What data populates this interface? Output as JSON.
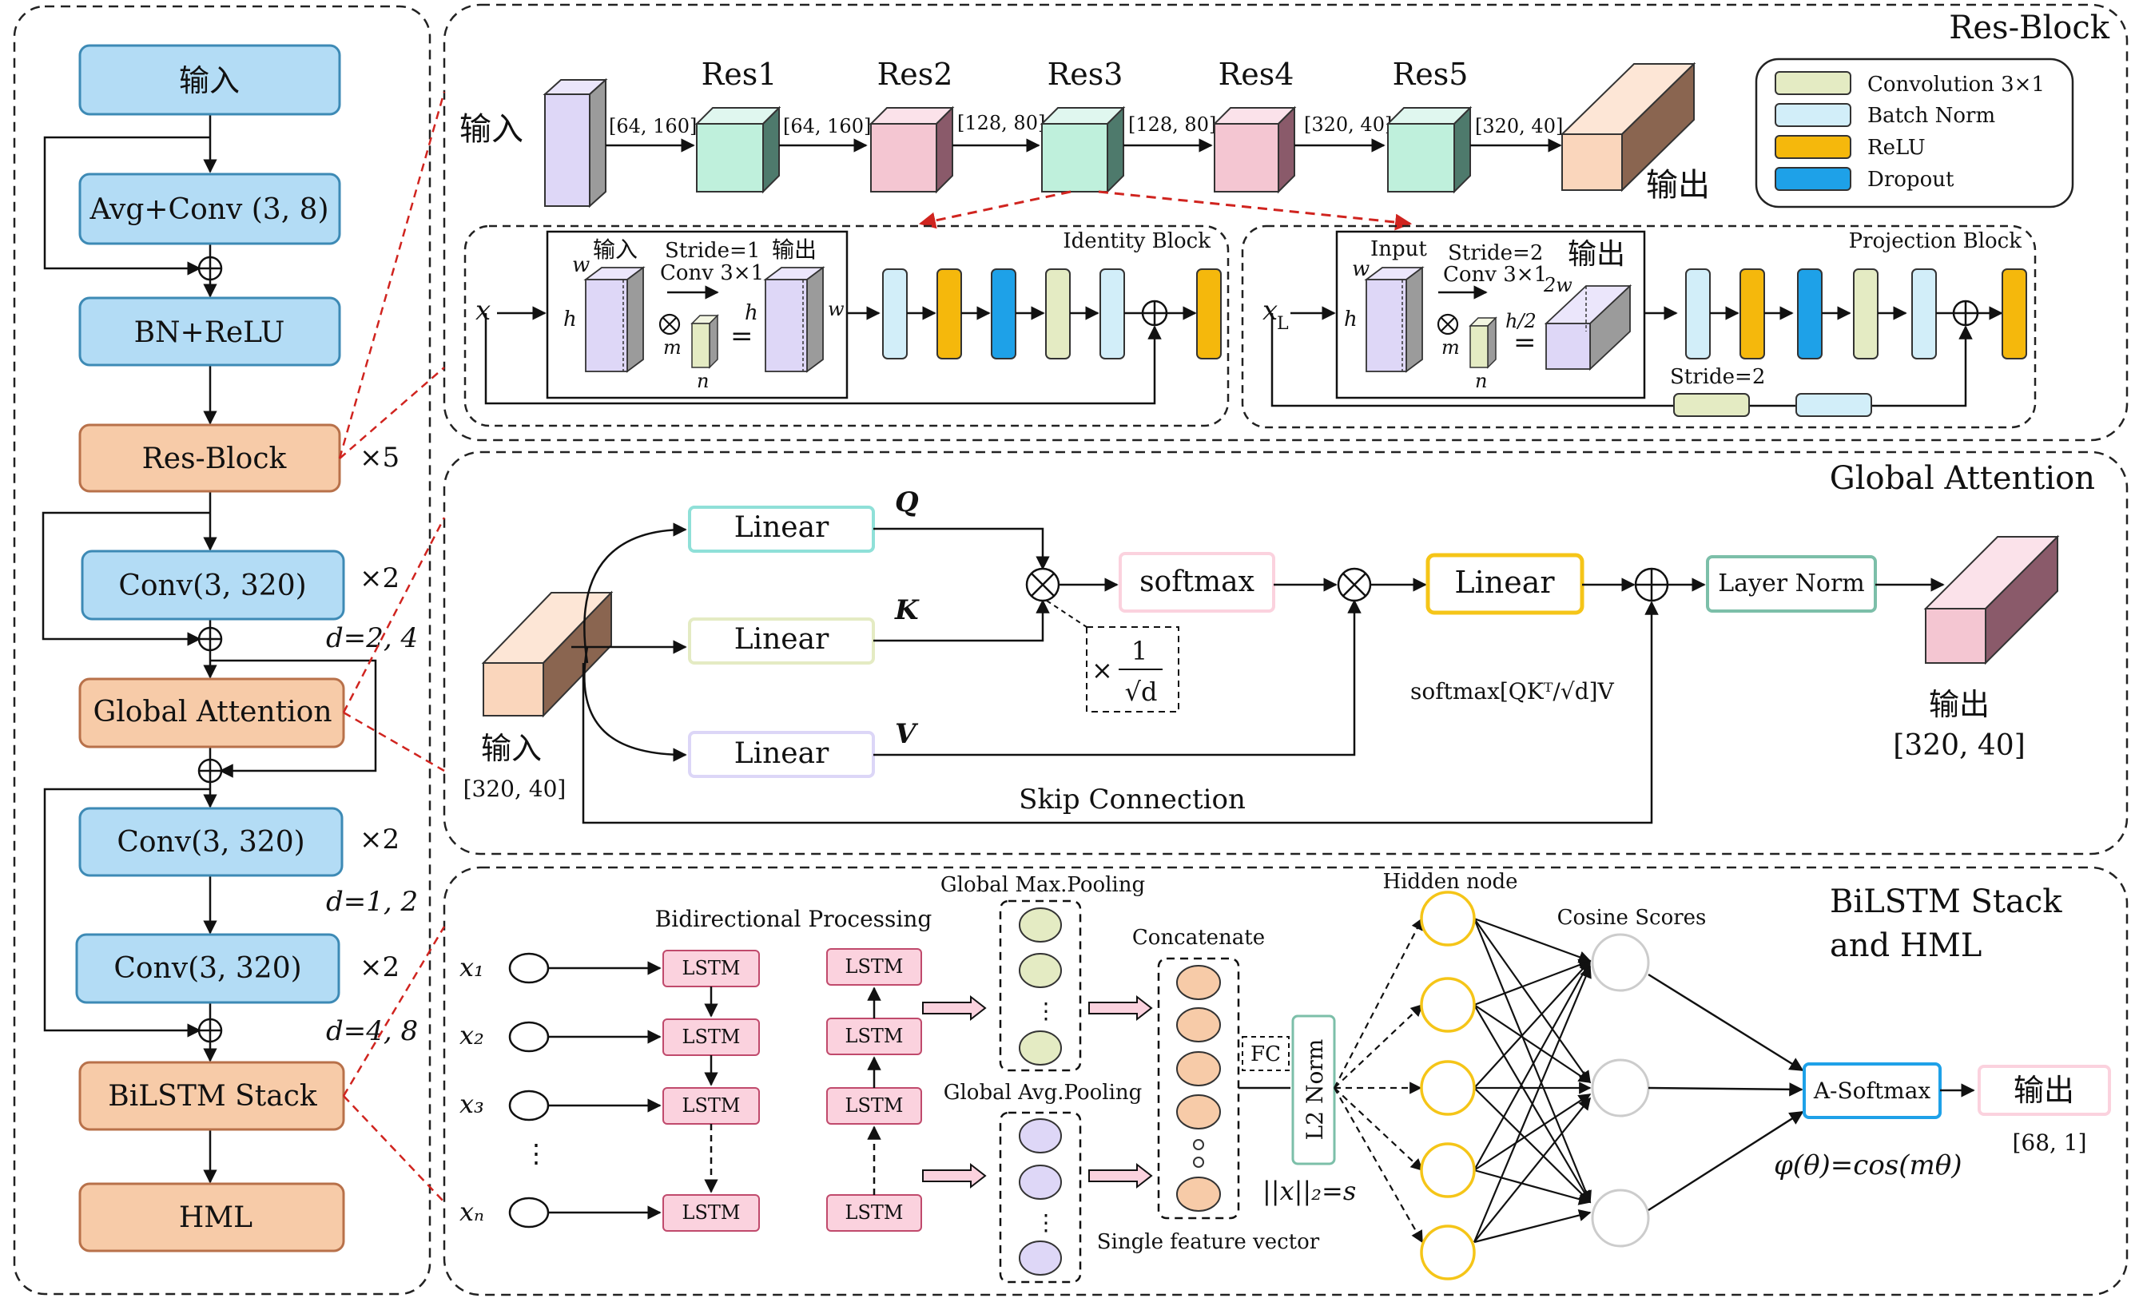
{
  "left_flow": {
    "input": "输入",
    "avgconv": "Avg+Conv (3, 8)",
    "bnrelu": "BN+ReLU",
    "resblock": "Res-Block",
    "resblock_mult": "×5",
    "conv1": "Conv(3, 320)",
    "conv1_mult": "×2",
    "conv1_dil": "d=2, 4",
    "global_attention": "Global Attention",
    "conv2": "Conv(3, 320)",
    "conv2_mult": "×2",
    "conv2_dil": "d=1, 2",
    "conv3": "Conv(3, 320)",
    "conv3_mult": "×2",
    "conv3_dil": "d=4, 8",
    "bilstm": "BiLSTM Stack",
    "hml": "HML"
  },
  "res_block": {
    "title": "Res-Block",
    "input_label": "输入",
    "output_label": "输出",
    "stage_names": [
      "Res1",
      "Res2",
      "Res3",
      "Res4",
      "Res5"
    ],
    "dims": [
      "[64, 160]",
      "[64, 160]",
      "[128, 80]",
      "[128, 80]",
      "[320, 40]",
      "[320, 40]"
    ],
    "legend": [
      "Convolution 3×1",
      "Batch Norm",
      "ReLU",
      "Dropout"
    ],
    "identity": {
      "title": "Identity Block",
      "x": "x",
      "input": "输入",
      "output": "输出",
      "stride": "Stride=1",
      "conv": "Conv 3×1",
      "w": "w",
      "h": "h",
      "m": "m",
      "n": "n"
    },
    "projection": {
      "title": "Projection Block",
      "x": "x",
      "x_sub": "L",
      "input": "Input",
      "output": "输出",
      "stride": "Stride=2",
      "conv": "Conv 3×1",
      "w": "w",
      "h": "h",
      "w2": "2w",
      "h2": "h/2",
      "m": "m",
      "n": "n",
      "skip_stride": "Stride=2"
    }
  },
  "global_attention": {
    "title": "Global Attention",
    "input_label": "输入",
    "input_dims": "[320, 40]",
    "linear": "Linear",
    "q": "Q",
    "k": "K",
    "v": "V",
    "softmax": "softmax",
    "scale_times": "×",
    "scale_num": "1",
    "scale_den": "√d",
    "linear_out": "Linear",
    "layer_norm": "Layer Norm",
    "formula": "softmax[QKᵀ/√d]V",
    "skip": "Skip Connection",
    "output_label": "输出",
    "output_dims": "[320, 40]"
  },
  "bilstm": {
    "title_line1": "BiLSTM Stack",
    "title_line2": "and HML",
    "bidir": "Bidirectional Processing",
    "inputs": [
      "x₁",
      "x₂",
      "x₃",
      "xₙ"
    ],
    "lstm": "LSTM",
    "gmax": "Global Max.Pooling",
    "gavg": "Global Avg.Pooling",
    "concat": "Concatenate",
    "single": "Single feature vector",
    "fc": "FC",
    "l2": "L2 Norm",
    "norm_eq": "||x||₂=s",
    "hidden": "Hidden node",
    "cosine": "Cosine Scores",
    "asoftmax": "A-Softmax",
    "output": "输出",
    "output_dims": "[68, 1]",
    "phi": "φ(θ)=cos(mθ)"
  },
  "colors": {
    "blue_fill": "#b3dcf5",
    "blue_stroke": "#3d8ab5",
    "orange_fill": "#f7cba8",
    "orange_stroke": "#b8714a",
    "green_cube": "#bff0dc",
    "pink_cube": "#f4c6d2",
    "lavender": "#ded7f7",
    "peach": "#fad6bc",
    "conv": "#e4ebc3",
    "bn": "#d2eef9",
    "relu": "#f5b80c",
    "dropout": "#1ea1e8",
    "lstm_fill": "#fbd2de",
    "lstm_stroke": "#c04a6c",
    "yellow": "#f5c518",
    "dash_red": "#d0241f"
  }
}
